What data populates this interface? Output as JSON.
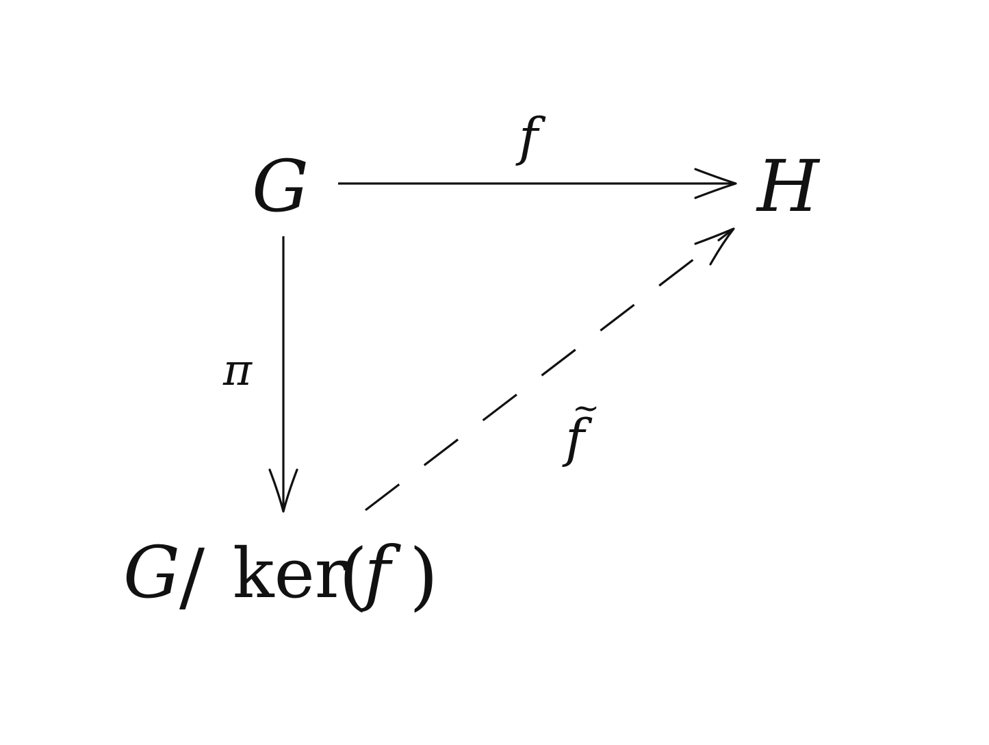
{
  "nodes": {
    "G": "G",
    "H": "H",
    "quotient": {
      "group": "G",
      "slash": "/",
      "ker": "ker",
      "lparen": "(",
      "f": "f",
      "rparen": ")"
    }
  },
  "edges": {
    "top": {
      "label": "f",
      "style": "solid"
    },
    "left": {
      "label": "π",
      "style": "solid"
    },
    "diagonal": {
      "label": "f",
      "tilde": "~",
      "style": "dashed"
    }
  },
  "colors": {
    "ink": "#111111",
    "background": "#ffffff"
  }
}
